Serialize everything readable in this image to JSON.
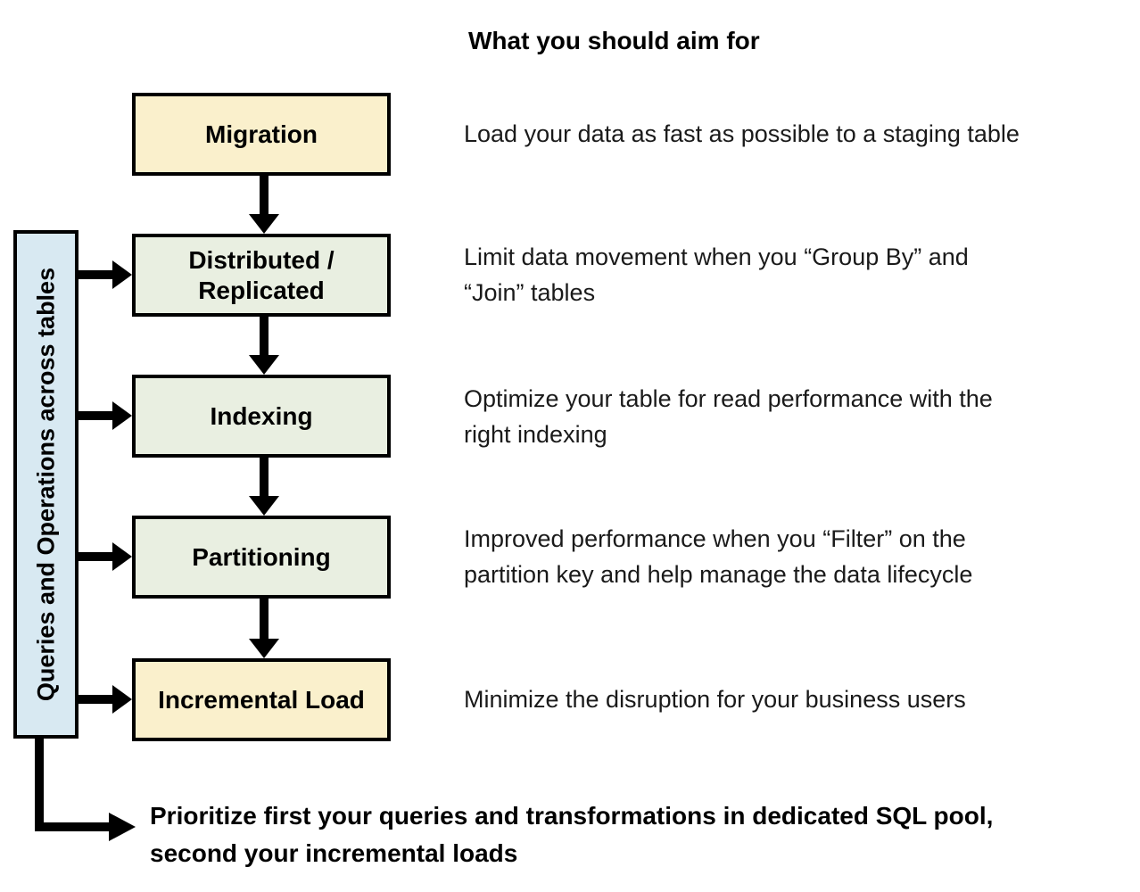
{
  "title": "What you should aim for",
  "side_label": "Queries and Operations across tables",
  "flow": {
    "steps": [
      {
        "label": "Migration",
        "box_style": "cream",
        "description": "Load your data as fast as possible to a staging table"
      },
      {
        "label": "Distributed /\nReplicated",
        "box_style": "green",
        "description": "Limit data movement when you “Group By” and\n“Join” tables"
      },
      {
        "label": "Indexing",
        "box_style": "green",
        "description": "Optimize your table for read performance with the\nright indexing"
      },
      {
        "label": "Partitioning",
        "box_style": "green",
        "description": "Improved performance when you “Filter” on the\npartition key and help manage the data lifecycle"
      },
      {
        "label": "Incremental Load",
        "box_style": "cream",
        "description": "Minimize the disruption for your business users"
      }
    ]
  },
  "footnote": "Prioritize first your queries and transformations in dedicated SQL pool,\nsecond your incremental loads",
  "colors": {
    "cream_box": "#FAF0CC",
    "green_box": "#E9EFE1",
    "blue_box": "#D8E9F2",
    "line": "#000000"
  }
}
